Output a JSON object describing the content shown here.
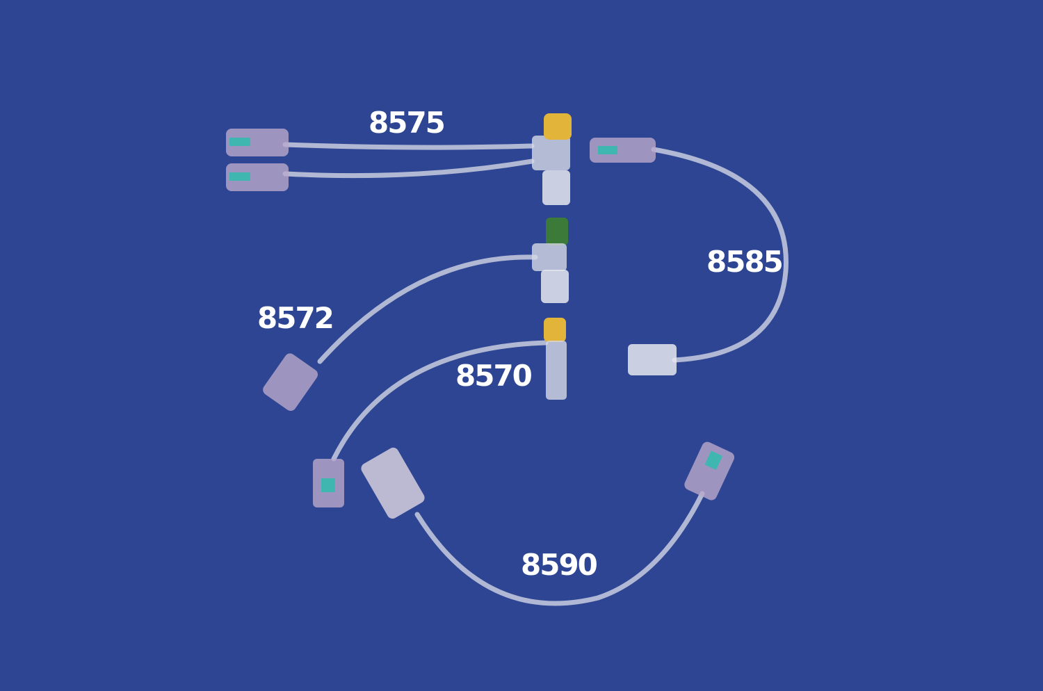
{
  "colors": {
    "background": "#2d4592",
    "tube": "#c9cde0",
    "connector": "#b9a9cc",
    "cap_yellow": "#e2b43a",
    "cap_green": "#3c7a3a",
    "clamp_teal": "#3fb6b0"
  },
  "labels": {
    "p8575": "8575",
    "p8585": "8585",
    "p8572": "8572",
    "p8570": "8570",
    "p8590": "8590"
  }
}
